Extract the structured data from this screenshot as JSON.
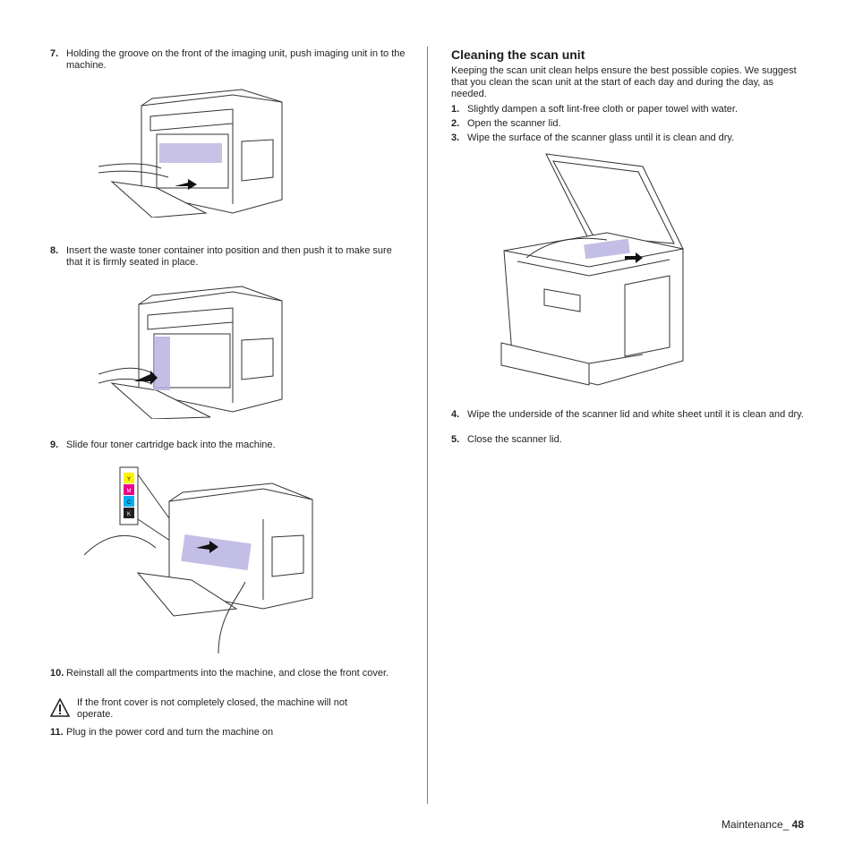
{
  "left": {
    "step7": {
      "num": "7.",
      "text": "Holding the groove on the front of the imaging unit, push imaging unit in to the machine."
    },
    "step8": {
      "num": "8.",
      "text": "Insert the waste toner container into position and then push it to make sure that it is firmly seated in place."
    },
    "step9": {
      "num": "9.",
      "text": "Slide four toner cartridge back into the machine."
    },
    "step10": {
      "num": "10.",
      "text": "Reinstall all the compartments into the machine, and close the front cover."
    },
    "caution": "If the front cover is not completely closed, the machine will not operate.",
    "step11": {
      "num": "11.",
      "text": "Plug in the power cord and turn the machine on"
    },
    "toner_labels": [
      "Y",
      "M",
      "C",
      "K"
    ]
  },
  "right": {
    "heading": "Cleaning the scan unit",
    "intro": "Keeping the scan unit clean helps ensure the best possible copies. We suggest that you clean the scan unit at the start of each day and during the day, as needed.",
    "steps_a": [
      {
        "num": "1.",
        "text": "Slightly dampen a soft lint-free cloth or paper towel with water."
      },
      {
        "num": "2.",
        "text": "Open the scanner lid."
      },
      {
        "num": "3.",
        "text": "Wipe the surface of the scanner glass until it is clean and dry."
      }
    ],
    "steps_b": [
      {
        "num": "4.",
        "text": "Wipe the underside of the scanner lid and white sheet until it is clean and dry."
      },
      {
        "num": "5.",
        "text": "Close the scanner lid."
      }
    ]
  },
  "footer": {
    "section": "Maintenance_ ",
    "page": "48"
  },
  "colors": {
    "text": "#231f20",
    "accent": "#b9b3e0",
    "divider": "#7f7f7f"
  }
}
